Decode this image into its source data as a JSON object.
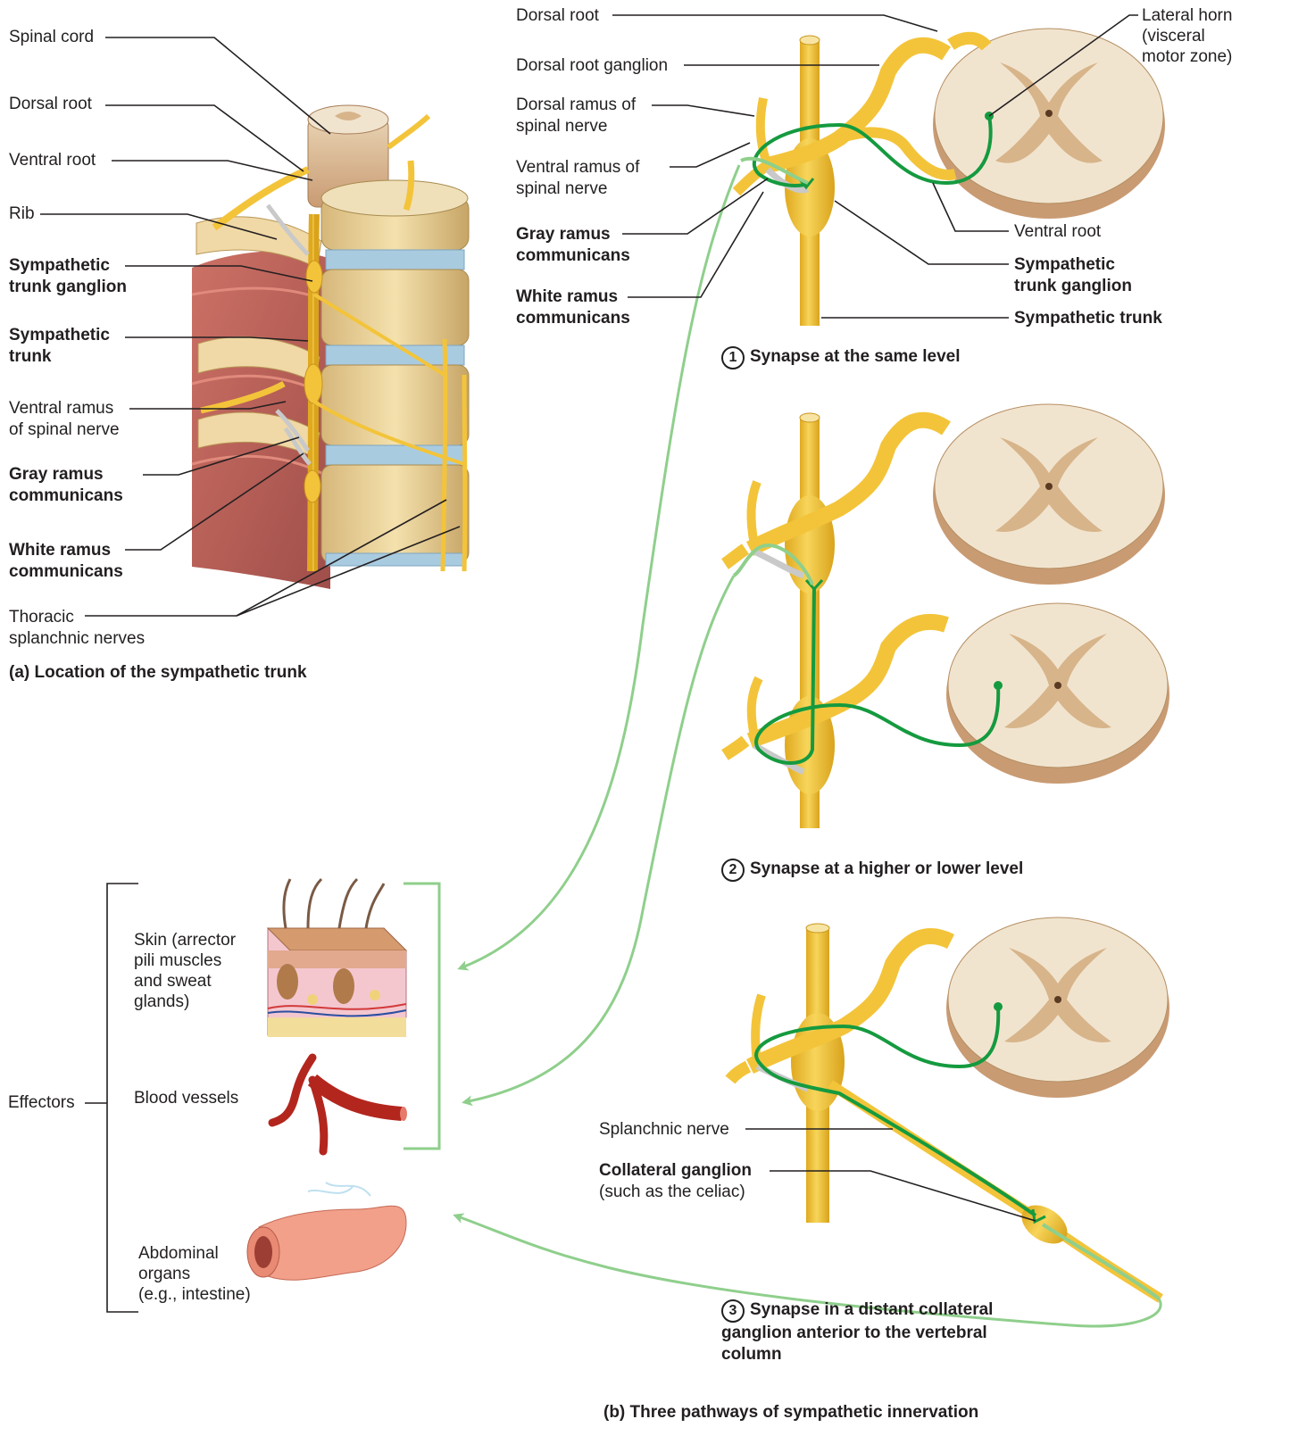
{
  "panel_a": {
    "labels": {
      "spinal_cord": "Spinal cord",
      "dorsal_root": "Dorsal root",
      "ventral_root": "Ventral root",
      "rib": "Rib",
      "symp_trunk_ganglion_1": "Sympathetic",
      "symp_trunk_ganglion_2": "trunk ganglion",
      "symp_trunk_1": "Sympathetic",
      "symp_trunk_2": "trunk",
      "ventral_ramus_1": "Ventral ramus",
      "ventral_ramus_2": "of spinal nerve",
      "gray_ramus_1": "Gray ramus",
      "gray_ramus_2": "communicans",
      "white_ramus_1": "White ramus",
      "white_ramus_2": "communicans",
      "thoracic_1": "Thoracic",
      "thoracic_2": "splanchnic nerves"
    },
    "caption": "(a) Location of the sympathetic trunk"
  },
  "panel_b": {
    "labels": {
      "dorsal_root": "Dorsal root",
      "dorsal_root_ganglion": "Dorsal root ganglion",
      "dorsal_ramus_1": "Dorsal ramus of",
      "dorsal_ramus_2": "spinal nerve",
      "ventral_ramus_1": "Ventral ramus of",
      "ventral_ramus_2": "spinal nerve",
      "gray_ramus_1": "Gray ramus",
      "gray_ramus_2": "communicans",
      "white_ramus_1": "White ramus",
      "white_ramus_2": "communicans",
      "lateral_horn_1": "Lateral horn",
      "lateral_horn_2": "(visceral",
      "lateral_horn_3": "motor zone)",
      "ventral_root": "Ventral root",
      "symp_trunk_ganglion_1": "Sympathetic",
      "symp_trunk_ganglion_2": "trunk ganglion",
      "symp_trunk": "Sympathetic trunk",
      "splanchnic_nerve": "Splanchnic nerve",
      "collateral_ganglion": "Collateral ganglion",
      "collateral_ganglion_note": "(such as the celiac)"
    },
    "pathways": [
      {
        "number": "1",
        "lines": [
          "Synapse at the same level"
        ]
      },
      {
        "number": "2",
        "lines": [
          "Synapse at a higher or lower level"
        ]
      },
      {
        "number": "3",
        "lines": [
          "Synapse in a distant collateral",
          "ganglion anterior to the vertebral",
          "column"
        ]
      }
    ],
    "caption": "(b) Three pathways of sympathetic innervation"
  },
  "effectors": {
    "title": "Effectors",
    "skin_1": "Skin (arrector",
    "skin_2": "pili muscles",
    "skin_3": "and sweat",
    "skin_4": "glands)",
    "vessels": "Blood vessels",
    "abdominal_1": "Abdominal",
    "abdominal_2": "organs",
    "abdominal_3": "(e.g., intestine)"
  },
  "colors": {
    "nerve_yellow": "#f3c43a",
    "nerve_dark": "#d7a21e",
    "cord_tan": "#f1e4cf",
    "gray_matter": "#d7b48a",
    "preganglionic_green": "#159a3f",
    "postganglionic_light_green": "#8fcf8c",
    "gray_ramus": "#c9c9c9",
    "leader_line": "#231f20"
  }
}
